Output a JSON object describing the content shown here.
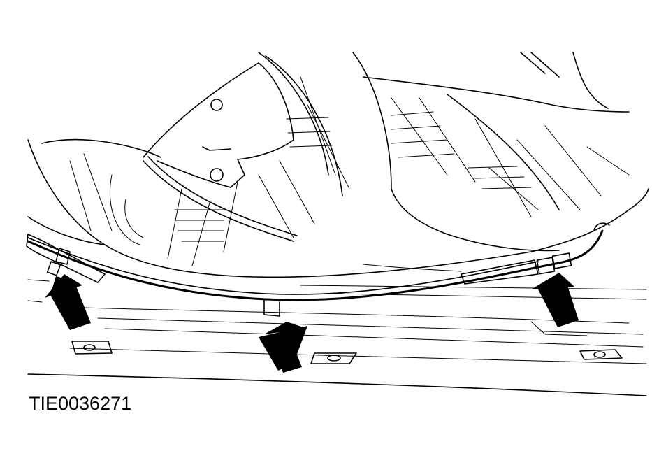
{
  "figure": {
    "reference_code": "TIE0036271"
  },
  "colors": {
    "ink": "#000000",
    "paper": "#ffffff"
  },
  "callouts": [
    {
      "id": "arrow-left",
      "icon": "up-arrow-icon"
    },
    {
      "id": "arrow-center",
      "icon": "up-arrow-icon"
    },
    {
      "id": "arrow-right",
      "icon": "up-arrow-icon"
    }
  ]
}
